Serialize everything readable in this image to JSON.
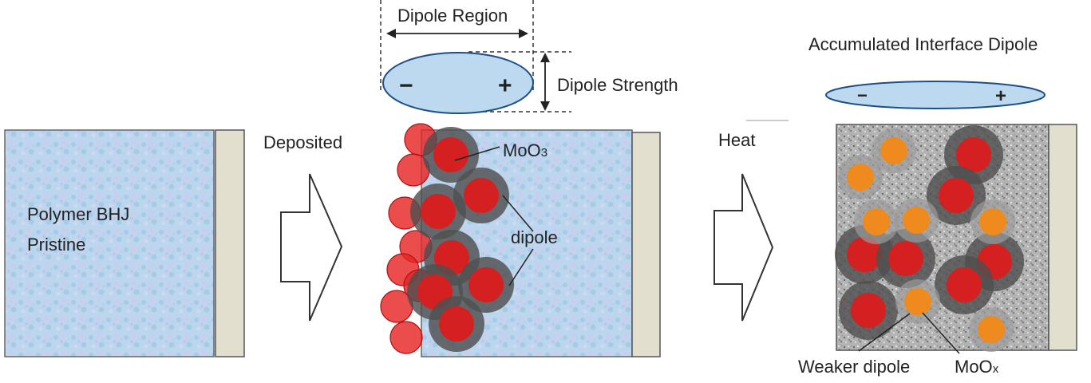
{
  "colors": {
    "polymer_fill": "#bcd6ee",
    "electrode_fill": "#e3dfcf",
    "moo3_red": "#d42020",
    "shell_gray": "#505050",
    "moox_orange": "#ee8a1e",
    "dipole_fill": "#bcd9f0",
    "dipole_stroke": "#1d4e86",
    "textured_fill": "#b4b4b4"
  },
  "panel_left": {
    "label_line1": "Polymer BHJ",
    "label_line2": "Pristine"
  },
  "arrow_one": {
    "label": "Deposited"
  },
  "arrow_two": {
    "label": "Heat"
  },
  "panel_middle": {
    "dipole_region_label": "Dipole Region",
    "dipole_strength_label": "Dipole Strength",
    "minus_sign": "−",
    "plus_sign": "+",
    "moo3_label_main": "MoO",
    "moo3_label_sub": "3",
    "dipole_label": "dipole"
  },
  "panel_right": {
    "title": "Accumulated Interface Dipole",
    "minus_sign": "−",
    "plus_sign": "+",
    "weaker_dipole_label": "Weaker dipole",
    "moox_label_main": "MoO",
    "moox_label_sub": "x"
  }
}
